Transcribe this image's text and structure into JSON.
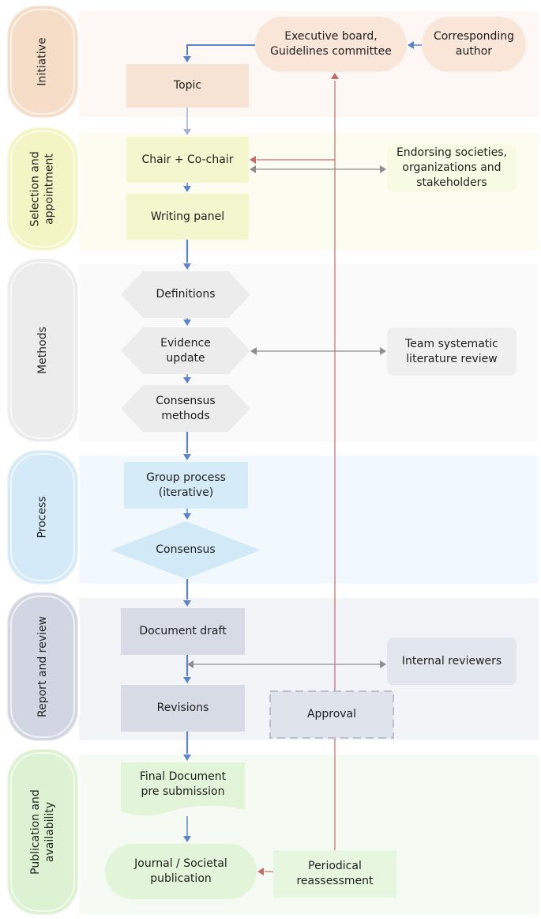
{
  "lanes": [
    {
      "id": "initiative",
      "label": "Initiative",
      "fill": "#fdf8f4",
      "pill": "#f5ddc8"
    },
    {
      "id": "selection",
      "label": "Selection and\nappointment",
      "fill": "#fcfdf0",
      "pill": "#f3f6c4"
    },
    {
      "id": "methods",
      "label": "Methods",
      "fill": "#fafafa",
      "pill": "#ececec"
    },
    {
      "id": "process",
      "label": "Process",
      "fill": "#f2f9fe",
      "pill": "#d5eaf9"
    },
    {
      "id": "report",
      "label": "Report and review",
      "fill": "#f3f4f8",
      "pill": "#d2d6e2"
    },
    {
      "id": "publication",
      "label": "Publication and\navailability",
      "fill": "#f5fbf2",
      "pill": "#dcf2d2"
    }
  ],
  "nodes": {
    "executive_board": {
      "label": "Executive board,\nGuidelines committee",
      "fill": "#fae6d8"
    },
    "corresponding_author": {
      "label": "Corresponding\nauthor",
      "fill": "#fae6d8"
    },
    "topic": {
      "label": "Topic",
      "fill": "#f7e3d3"
    },
    "chair": {
      "label": "Chair + Co-chair",
      "fill": "#f4f6cd"
    },
    "endorsing": {
      "label": "Endorsing societies,\norganizations and\nstakeholders",
      "fill": "#f8fbe3"
    },
    "writing_panel": {
      "label": "Writing panel",
      "fill": "#f4f6cd"
    },
    "definitions": {
      "label": "Definitions",
      "fill": "#ececec"
    },
    "evidence_update": {
      "label": "Evidence\nupdate",
      "fill": "#ececec"
    },
    "team_review": {
      "label": "Team systematic\nliterature review",
      "fill": "#efefef"
    },
    "consensus_methods": {
      "label": "Consensus\nmethods",
      "fill": "#ececec"
    },
    "group_process": {
      "label": "Group process\n(iterative)",
      "fill": "#d6ebf8"
    },
    "consensus": {
      "label": "Consensus",
      "fill": "#d2e9f8"
    },
    "document_draft": {
      "label": "Document draft",
      "fill": "#d7dbe6"
    },
    "internal_reviewers": {
      "label": "Internal reviewers",
      "fill": "#e2e6ee"
    },
    "revisions": {
      "label": "Revisions",
      "fill": "#d7dbe6"
    },
    "approval": {
      "label": "Approval",
      "fill": "#dfe3ec"
    },
    "final_document": {
      "label": "Final Document\npre submission",
      "fill": "#e2f5d9"
    },
    "journal": {
      "label": "Journal / Societal\npublication",
      "fill": "#e2f5d9"
    },
    "periodical": {
      "label": "Periodical\nreassessment",
      "fill": "#e6f6df"
    }
  },
  "colors": {
    "flow_arrow": "#5b82cc",
    "feedback_arrow": "#c46a6a",
    "bidirectional_arrow": "#8e8e8e",
    "dashed_border": "#b9c0cf"
  }
}
